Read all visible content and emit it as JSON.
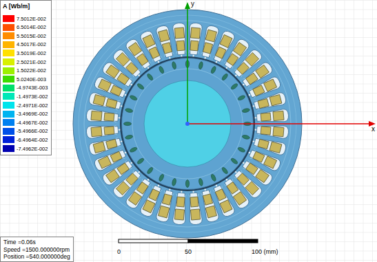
{
  "diagram": {
    "nodes": [
      {
        "text": [
          "A [Wb/m]"
        ]
      },
      {
        "text": [
          "Time =0.06s",
          "Speed =1500.000000rpm",
          "Position =540.000000deg"
        ]
      }
    ],
    "labels": [
      "x",
      "y",
      "0",
      "50",
      "100 (mm)"
    ],
    "legend": [
      {
        "text": "7.5012E-002",
        "color": "#ff0000"
      },
      {
        "text": "6.5014E-002",
        "color": "#ff4f00"
      },
      {
        "text": "5.5015E-002",
        "color": "#ff8c00"
      },
      {
        "text": "4.5017E-002",
        "color": "#ffb400"
      },
      {
        "text": "3.5019E-002",
        "color": "#ffe000"
      },
      {
        "text": "2.5021E-002",
        "color": "#d8f000"
      },
      {
        "text": "1.5022E-002",
        "color": "#9cf000"
      },
      {
        "text": "5.0240E-003",
        "color": "#3cdc00"
      },
      {
        "text": "-4.9743E-003",
        "color": "#00e06a"
      },
      {
        "text": "-1.4973E-002",
        "color": "#00e8b8"
      },
      {
        "text": "-2.4971E-002",
        "color": "#00e4ec"
      },
      {
        "text": "-3.4969E-002",
        "color": "#00b4f0"
      },
      {
        "text": "-4.4967E-002",
        "color": "#0080f0"
      },
      {
        "text": "-5.4966E-002",
        "color": "#0050e8"
      },
      {
        "text": "-6.4964E-002",
        "color": "#0020d8"
      },
      {
        "text": "-7.4962E-002",
        "color": "#0000b0"
      }
    ]
  }
}
